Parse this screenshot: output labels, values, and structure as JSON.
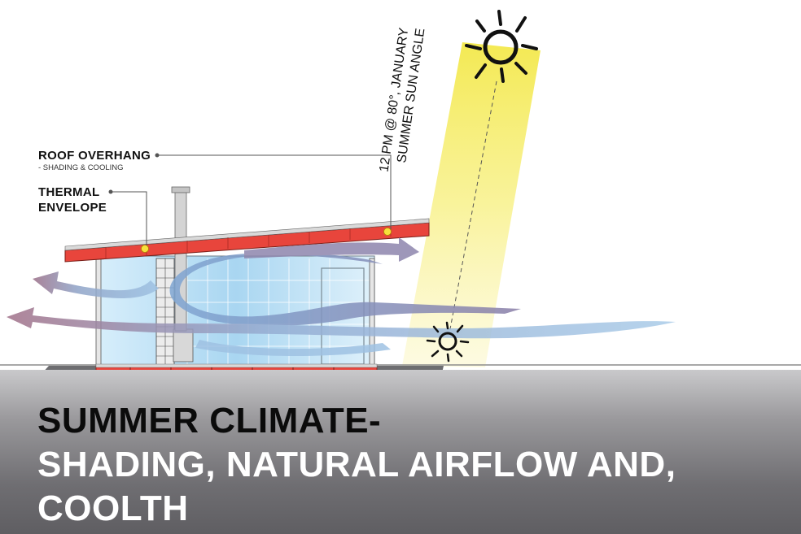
{
  "callouts": {
    "roof_overhang": {
      "title": "ROOF OVERHANG",
      "subtitle": "- SHADING & COOLING"
    },
    "thermal_envelope": {
      "line1": "THERMAL",
      "line2": "ENVELOPE"
    }
  },
  "sun_note": {
    "line1": "12 PM @ 80°, JANUARY",
    "line2": "SUMMER SUN ANGLE"
  },
  "banner": {
    "title": "SUMMER CLIMATE-",
    "subtitle_line1": "SHADING, NATURAL AIRFLOW AND,",
    "subtitle_line2": "COOLTH"
  },
  "colors": {
    "roof_red": "#e8453c",
    "glass_blue": "#bfe3f7",
    "airflow_blue": "#8fb4d8",
    "airflow_mauve": "#9b6f86",
    "sunbeam_yellow": "#f7ef7a",
    "ground_dark": "#6d6d70"
  },
  "icons": [
    "sun-icon",
    "small-sun-icon",
    "callout-dot-icon"
  ]
}
